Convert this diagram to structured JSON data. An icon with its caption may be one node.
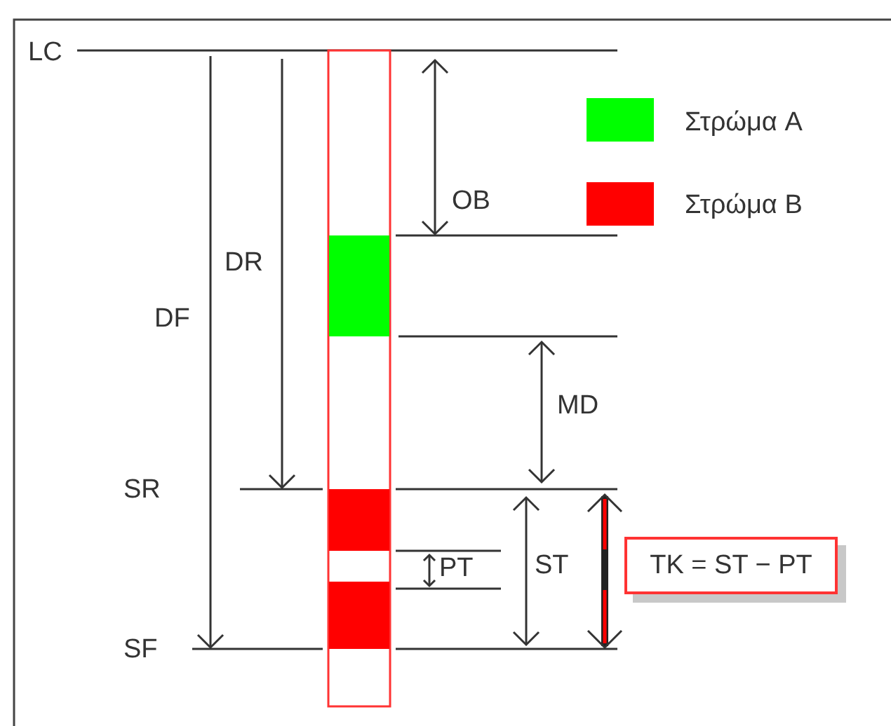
{
  "diagram": {
    "nodes": [
      {
        "text": [
          "TK = ST − PT"
        ]
      }
    ],
    "labels": [
      "LC",
      "OB",
      "DR",
      "DF",
      "MD",
      "SR",
      "PT",
      "ST",
      "SF"
    ],
    "legend": [
      {
        "text": "Στρώμα A",
        "color": "#00ff00"
      },
      {
        "text": "Στρώμα B",
        "color": "#ff0000"
      }
    ]
  }
}
